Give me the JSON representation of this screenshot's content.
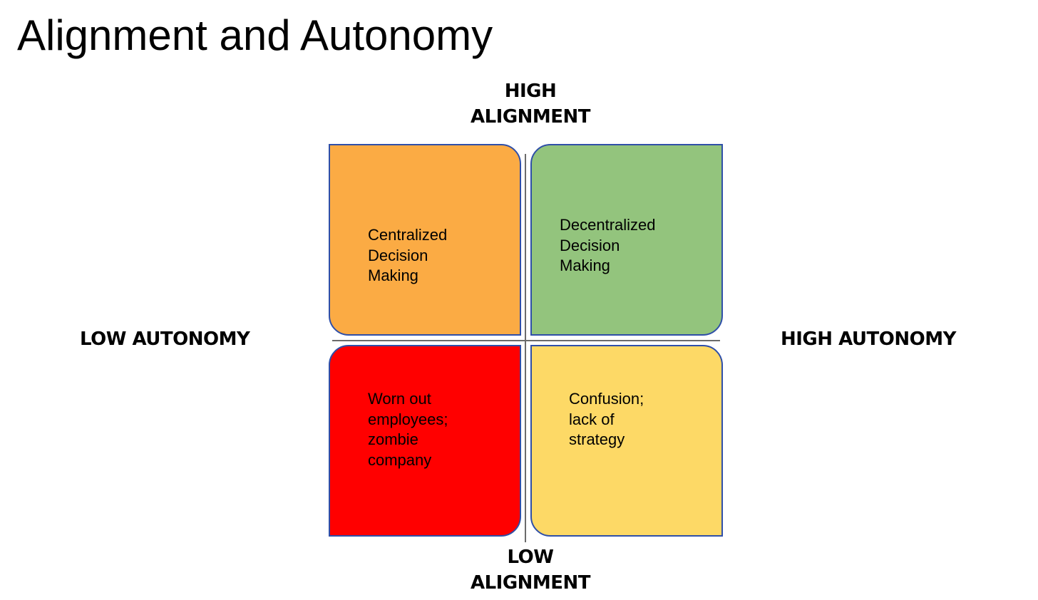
{
  "title": "Alignment and Autonomy",
  "axes": {
    "top": "HIGH\nALIGNMENT",
    "bottom": "LOW\nALIGNMENT",
    "left": "LOW AUTONOMY",
    "right": "HIGH AUTONOMY"
  },
  "quadrants": {
    "top_left": {
      "text": "Centralized\nDecision\nMaking",
      "color": "#fbab44"
    },
    "top_right": {
      "text": "Decentralized\nDecision\nMaking",
      "color": "#93c47d"
    },
    "bottom_left": {
      "text": "Worn out\nemployees;\nzombie\ncompany",
      "color": "#ff0000"
    },
    "bottom_right": {
      "text": "Confusion;\nlack of\nstrategy",
      "color": "#fdd966"
    }
  },
  "colors": {
    "quadrant_border": "#2f4fa8",
    "axis_line": "#6b6b6b"
  }
}
